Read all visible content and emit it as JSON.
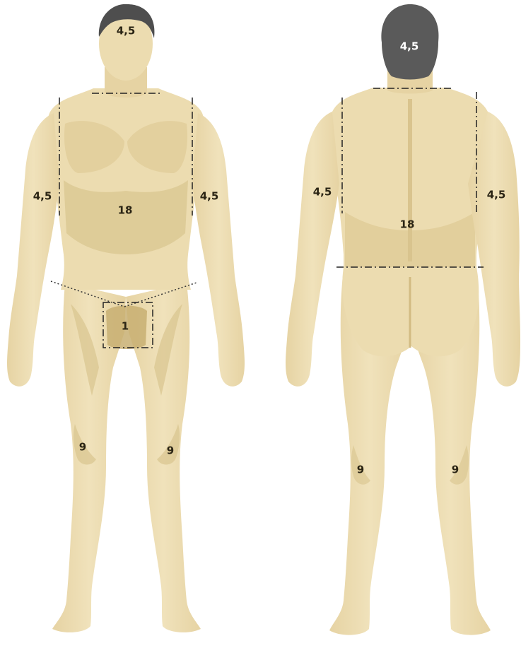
{
  "front": {
    "head": "4,5",
    "arm_right_side": "4,5",
    "arm_left_side": "4,5",
    "trunk": "18",
    "genitals": "1",
    "leg_right_side": "9",
    "leg_left_side": "9"
  },
  "back": {
    "head": "4,5",
    "arm_left_side": "4,5",
    "arm_right_side": "4,5",
    "trunk": "18",
    "leg_left_side": "9",
    "leg_right_side": "9"
  },
  "colors": {
    "skin": "#ead9ad",
    "skin_light": "#f3e8c8",
    "shade": "#d9c48e",
    "shade_dark": "#c8af72",
    "hair_front": "#4e4e4e",
    "hair_back": "#5a5a5a",
    "line": "#222222"
  }
}
